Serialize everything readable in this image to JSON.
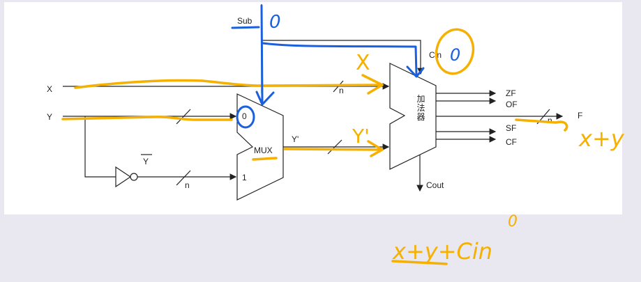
{
  "diagram": {
    "inputs": {
      "x": "X",
      "y": "Y",
      "y_not": "Y",
      "sub": "Sub"
    },
    "bus_width": "n",
    "mux": {
      "label": "MUX",
      "input0": "0",
      "input1": "1",
      "output": "Y'"
    },
    "adder": {
      "label": "加法器",
      "cin": "Cin",
      "cout": "Cout"
    },
    "outputs": {
      "zf": "ZF",
      "of": "OF",
      "f": "F",
      "sf": "SF",
      "cf": "CF"
    }
  },
  "annotations": {
    "sub_value": "0",
    "mux_select": "0",
    "cin_value": "0",
    "x_mark": "X",
    "y_prime_mark": "Y'",
    "result": "x+y",
    "formula": "x+y+Cin",
    "formula_cin_value": "0"
  },
  "colors": {
    "highlight": "#f5b000",
    "pen": "#1a5fdc"
  }
}
